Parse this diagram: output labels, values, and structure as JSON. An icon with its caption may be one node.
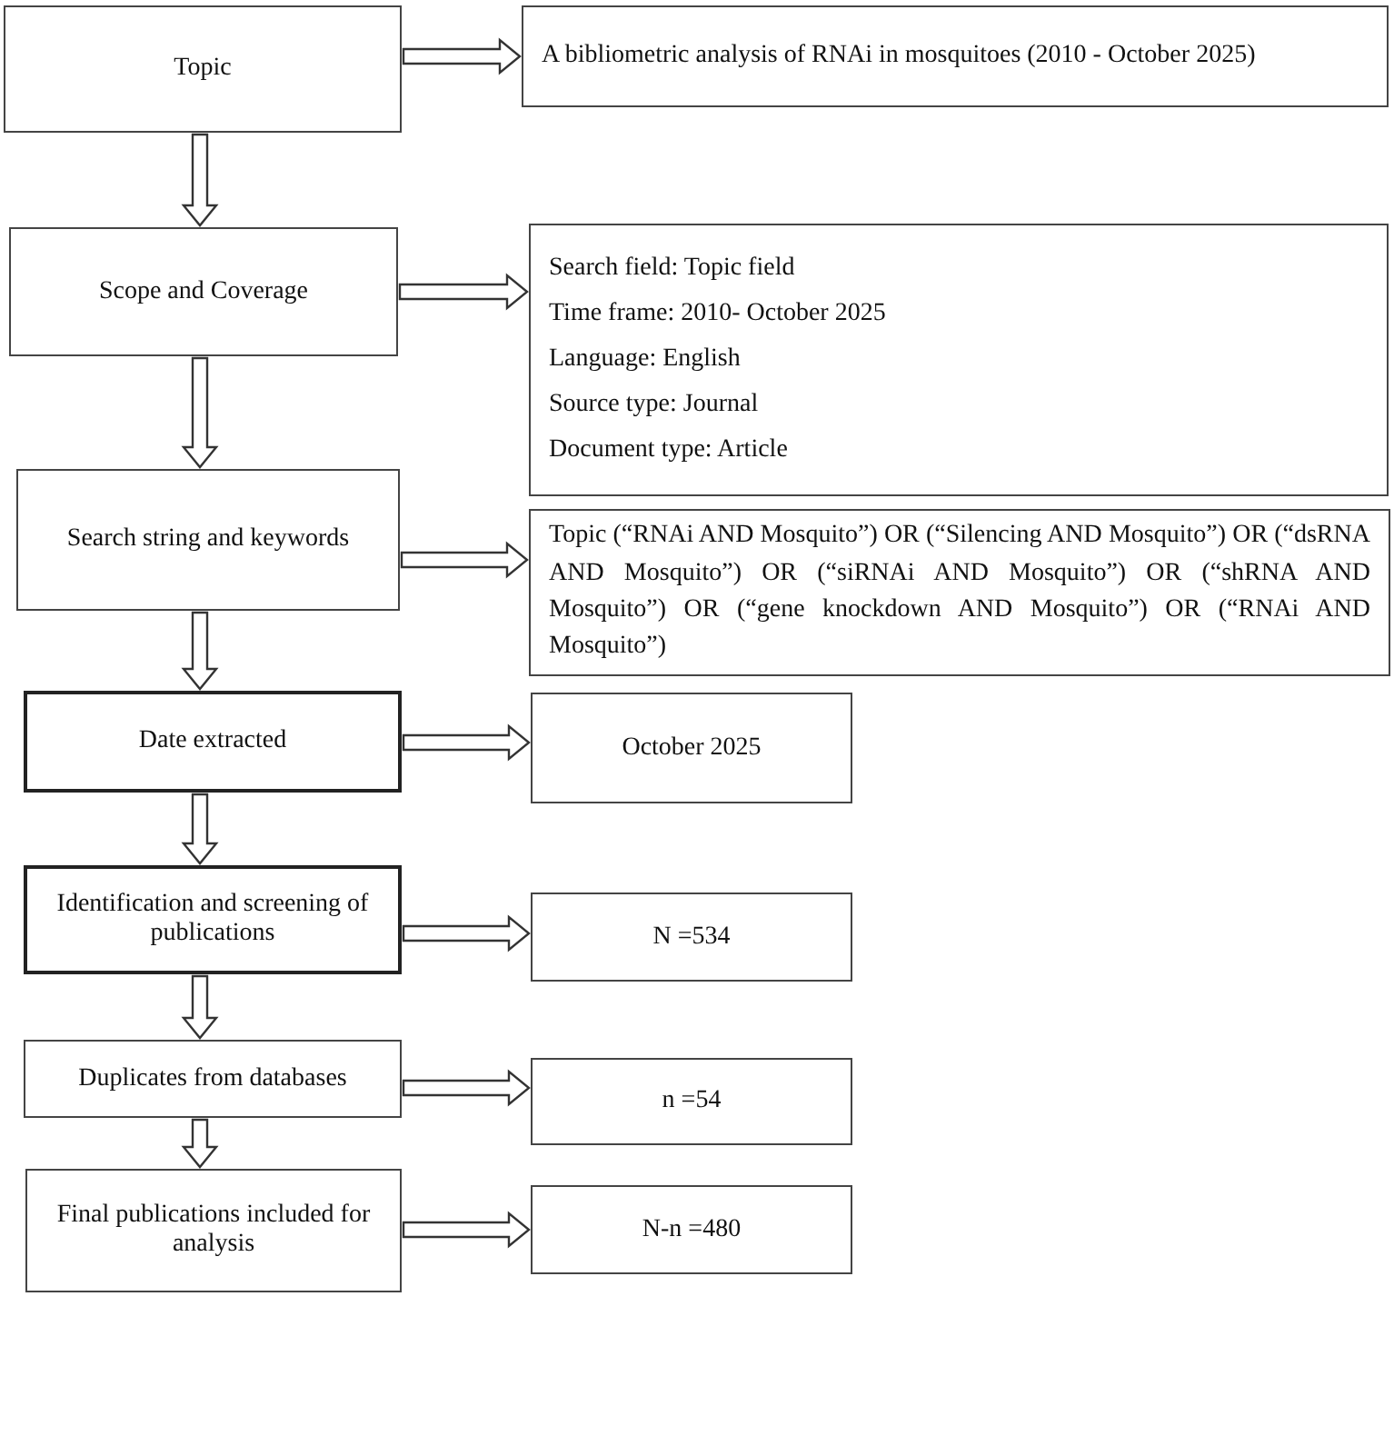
{
  "diagram": {
    "nodes": [
      {
        "text": [
          "Topic"
        ]
      },
      {
        "text": [
          "A bibliometric analysis of RNAi in mosquitoes (2010 - October 2025)"
        ]
      },
      {
        "text": [
          "Scope and Coverage"
        ]
      },
      {
        "text": [
          "Search field: Topic field",
          "Time frame: 2010- October 2025",
          "Language: English",
          "Source type:  Journal",
          "Document type: Article"
        ]
      },
      {
        "text": [
          "Search string and keywords"
        ]
      },
      {
        "text": [
          "Topic (“RNAi AND Mosquito”) OR (“Silencing AND Mosquito”) OR (“dsRNA AND Mosquito”) OR (“siRNAi AND Mosquito”) OR (“shRNA AND Mosquito”) OR (“gene knockdown AND Mosquito”) OR (“RNAi AND Mosquito”)"
        ]
      },
      {
        "text": [
          "Date extracted"
        ]
      },
      {
        "text": [
          "October 2025"
        ]
      },
      {
        "text": [
          "Identification and screening of publications"
        ]
      },
      {
        "text": [
          "N =534"
        ]
      },
      {
        "text": [
          "Duplicates from databases"
        ]
      },
      {
        "text": [
          "n =54"
        ]
      },
      {
        "text": [
          "Final publications included for analysis"
        ]
      },
      {
        "text": [
          "N-n =480"
        ]
      }
    ],
    "edges": [
      {
        "from": 0,
        "to": 1,
        "arrow": "to"
      },
      {
        "from": 0,
        "to": 2,
        "arrow": "to"
      },
      {
        "from": 2,
        "to": 3,
        "arrow": "to"
      },
      {
        "from": 2,
        "to": 4,
        "arrow": "to"
      },
      {
        "from": 4,
        "to": 5,
        "arrow": "to"
      },
      {
        "from": 4,
        "to": 6,
        "arrow": "to"
      },
      {
        "from": 6,
        "to": 7,
        "arrow": "to"
      },
      {
        "from": 6,
        "to": 8,
        "arrow": "to"
      },
      {
        "from": 8,
        "to": 9,
        "arrow": "to"
      },
      {
        "from": 8,
        "to": 10,
        "arrow": "to"
      },
      {
        "from": 10,
        "to": 11,
        "arrow": "to"
      },
      {
        "from": 10,
        "to": 12,
        "arrow": "to"
      },
      {
        "from": 12,
        "to": 13,
        "arrow": "to"
      }
    ]
  }
}
